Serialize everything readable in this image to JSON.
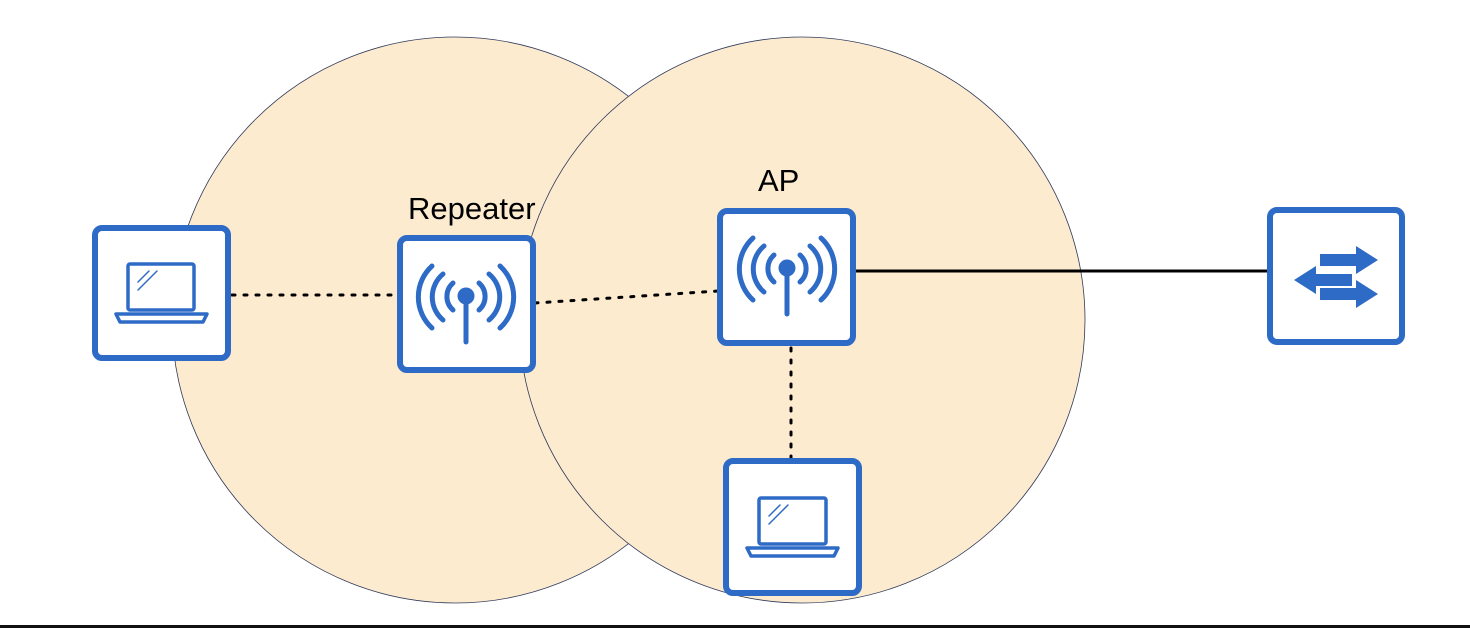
{
  "labels": {
    "repeater": "Repeater",
    "ap": "AP"
  },
  "colors": {
    "coverage_fill": "#fdebd0",
    "coverage_stroke": "#2f3a5a",
    "device_border": "#2e6bc6",
    "device_background": "#ffffff",
    "link": "#000000",
    "bottom_rule": "#111111"
  },
  "icons": {
    "laptop_left": "laptop-icon",
    "laptop_bottom": "laptop-icon",
    "repeater": "wireless-antenna-icon",
    "ap": "wireless-antenna-icon",
    "switch": "switch-arrows-icon"
  },
  "links": [
    {
      "from": "laptop-left",
      "to": "repeater",
      "type": "wireless"
    },
    {
      "from": "repeater",
      "to": "access-point",
      "type": "wireless"
    },
    {
      "from": "access-point",
      "to": "laptop-bottom",
      "type": "wireless"
    },
    {
      "from": "access-point",
      "to": "switch",
      "type": "wired"
    }
  ]
}
